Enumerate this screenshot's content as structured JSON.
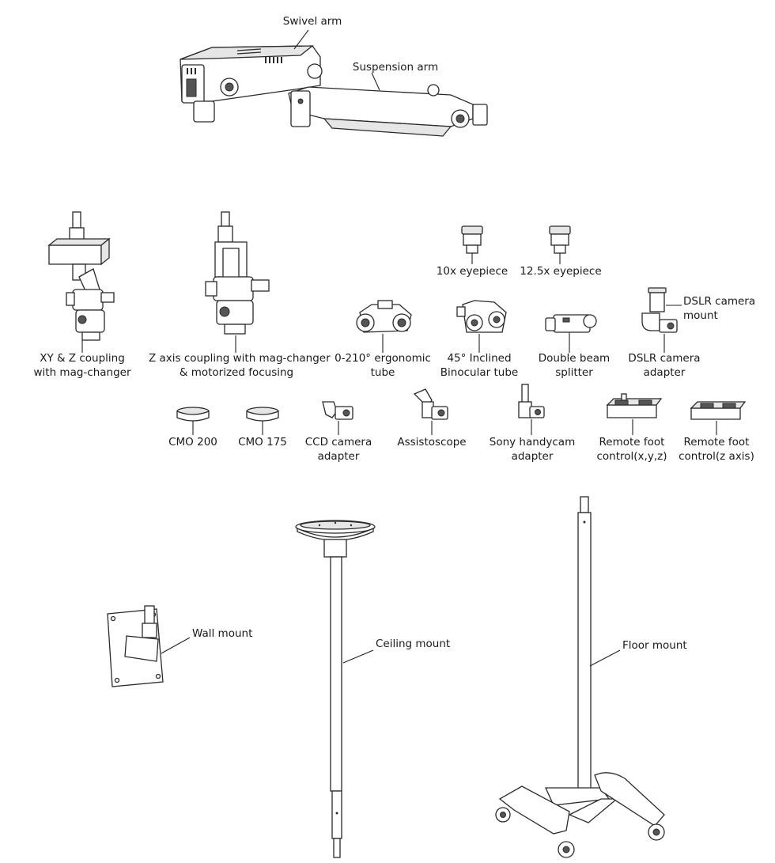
{
  "colors": {
    "line": "#2a2a2a",
    "fill": "#ffffff",
    "shade": "#e6e6e6"
  },
  "labels": {
    "swivel_arm": "Swivel arm",
    "suspension_arm": "Suspension arm",
    "xy_z_coupling_l1": "XY & Z coupling",
    "xy_z_coupling_l2": "with mag-changer",
    "z_axis_coupling_l1": "Z axis coupling with mag-changer",
    "z_axis_coupling_l2": "& motorized focusing",
    "ergonomic_tube_l1": "0-210° ergonomic",
    "ergonomic_tube_l2": "tube",
    "inclined_tube_l1": "45° Inclined",
    "inclined_tube_l2": "Binocular tube",
    "eyepiece_10x": "10x eyepiece",
    "eyepiece_12_5x": "12.5x eyepiece",
    "beam_splitter_l1": "Double beam",
    "beam_splitter_l2": "splitter",
    "dslr_adapter_l1": "DSLR camera",
    "dslr_adapter_l2": "adapter",
    "dslr_mount_l1": "DSLR camera",
    "dslr_mount_l2": "mount",
    "cmo_200": "CMO 200",
    "cmo_175": "CMO 175",
    "ccd_adapter_l1": "CCD camera",
    "ccd_adapter_l2": "adapter",
    "assistoscope": "Assistoscope",
    "sony_adapter_l1": "Sony handycam",
    "sony_adapter_l2": "adapter",
    "remote_foot_xyz_l1": "Remote foot",
    "remote_foot_xyz_l2": "control(x,y,z)",
    "remote_foot_z_l1": "Remote foot",
    "remote_foot_z_l2": "control(z axis)",
    "wall_mount": "Wall mount",
    "ceiling_mount": "Ceiling mount",
    "floor_mount": "Floor mount"
  }
}
